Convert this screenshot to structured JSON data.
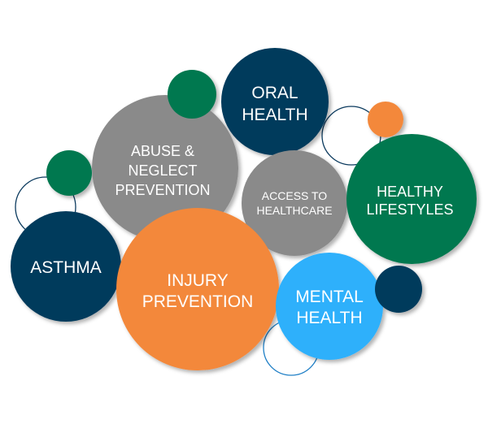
{
  "colors": {
    "navy": "#043a5c",
    "gray": "#8a8a8a",
    "orange": "#f3883a",
    "green": "#00784f",
    "light_blue": "#2eb0fb",
    "outline_navy": "#0b3a5e",
    "outline_blue": "#1f7fc6"
  },
  "topics": {
    "oral_health": [
      "ORAL",
      "HEALTH"
    ],
    "abuse_neglect": [
      "ABUSE &",
      "NEGLECT",
      "PREVENTION"
    ],
    "access_healthcare": [
      "ACCESS TO",
      "HEALTHCARE"
    ],
    "healthy_lifestyles": [
      "HEALTHY",
      "LIFESTYLES"
    ],
    "asthma": [
      "ASTHMA"
    ],
    "injury_prevention": [
      "INJURY",
      "PREVENTION"
    ],
    "mental_health": [
      "MENTAL",
      "HEALTH"
    ]
  }
}
